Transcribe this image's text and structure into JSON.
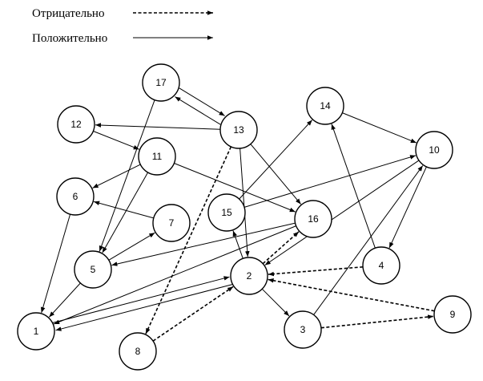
{
  "legend": {
    "negative": "Отрицательно",
    "positive": "Положительно"
  },
  "nodes": [
    {
      "id": "1",
      "label": "1"
    },
    {
      "id": "2",
      "label": "2"
    },
    {
      "id": "3",
      "label": "3"
    },
    {
      "id": "4",
      "label": "4"
    },
    {
      "id": "5",
      "label": "5"
    },
    {
      "id": "6",
      "label": "6"
    },
    {
      "id": "7",
      "label": "7"
    },
    {
      "id": "8",
      "label": "8"
    },
    {
      "id": "9",
      "label": "9"
    },
    {
      "id": "10",
      "label": "10"
    },
    {
      "id": "11",
      "label": "11"
    },
    {
      "id": "12",
      "label": "12"
    },
    {
      "id": "13",
      "label": "13"
    },
    {
      "id": "14",
      "label": "14"
    },
    {
      "id": "15",
      "label": "15"
    },
    {
      "id": "16",
      "label": "16"
    },
    {
      "id": "17",
      "label": "17"
    }
  ],
  "edges": [
    {
      "from": "13",
      "to": "17",
      "type": "positive"
    },
    {
      "from": "17",
      "to": "13",
      "type": "positive"
    },
    {
      "from": "17",
      "to": "5",
      "type": "positive"
    },
    {
      "from": "13",
      "to": "12",
      "type": "positive"
    },
    {
      "from": "13",
      "to": "16",
      "type": "positive"
    },
    {
      "from": "13",
      "to": "2",
      "type": "positive"
    },
    {
      "from": "13",
      "to": "8",
      "type": "negative"
    },
    {
      "from": "12",
      "to": "11",
      "type": "positive"
    },
    {
      "from": "11",
      "to": "6",
      "type": "positive"
    },
    {
      "from": "11",
      "to": "5",
      "type": "positive"
    },
    {
      "from": "11",
      "to": "16",
      "type": "positive"
    },
    {
      "from": "6",
      "to": "1",
      "type": "positive"
    },
    {
      "from": "7",
      "to": "6",
      "type": "positive"
    },
    {
      "from": "5",
      "to": "7",
      "type": "positive"
    },
    {
      "from": "5",
      "to": "1",
      "type": "positive"
    },
    {
      "from": "16",
      "to": "5",
      "type": "positive"
    },
    {
      "from": "16",
      "to": "1",
      "type": "positive"
    },
    {
      "from": "15",
      "to": "14",
      "type": "positive"
    },
    {
      "from": "15",
      "to": "10",
      "type": "positive"
    },
    {
      "from": "14",
      "to": "10",
      "type": "positive"
    },
    {
      "from": "10",
      "to": "4",
      "type": "positive"
    },
    {
      "from": "10",
      "to": "2",
      "type": "positive"
    },
    {
      "from": "4",
      "to": "14",
      "type": "positive"
    },
    {
      "from": "4",
      "to": "2",
      "type": "negative"
    },
    {
      "from": "3",
      "to": "10",
      "type": "positive"
    },
    {
      "from": "3",
      "to": "9",
      "type": "negative"
    },
    {
      "from": "9",
      "to": "2",
      "type": "negative"
    },
    {
      "from": "2",
      "to": "15",
      "type": "positive"
    },
    {
      "from": "2",
      "to": "16",
      "type": "negative"
    },
    {
      "from": "2",
      "to": "3",
      "type": "positive"
    },
    {
      "from": "2",
      "to": "1",
      "type": "positive"
    },
    {
      "from": "1",
      "to": "2",
      "type": "positive"
    },
    {
      "from": "8",
      "to": "2",
      "type": "negative"
    }
  ]
}
